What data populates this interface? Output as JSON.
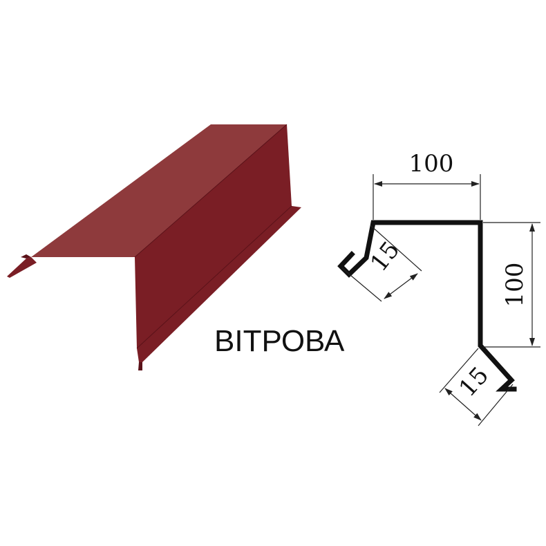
{
  "product": {
    "name": "ВІТРОВА",
    "color": "#7a1e25",
    "color_light": "#8e3a3c",
    "color_dark": "#5a1219"
  },
  "profile": {
    "top_width": "100",
    "side_height": "100",
    "hem_top": "15",
    "hem_bottom": "15",
    "line_color": "#111111"
  }
}
